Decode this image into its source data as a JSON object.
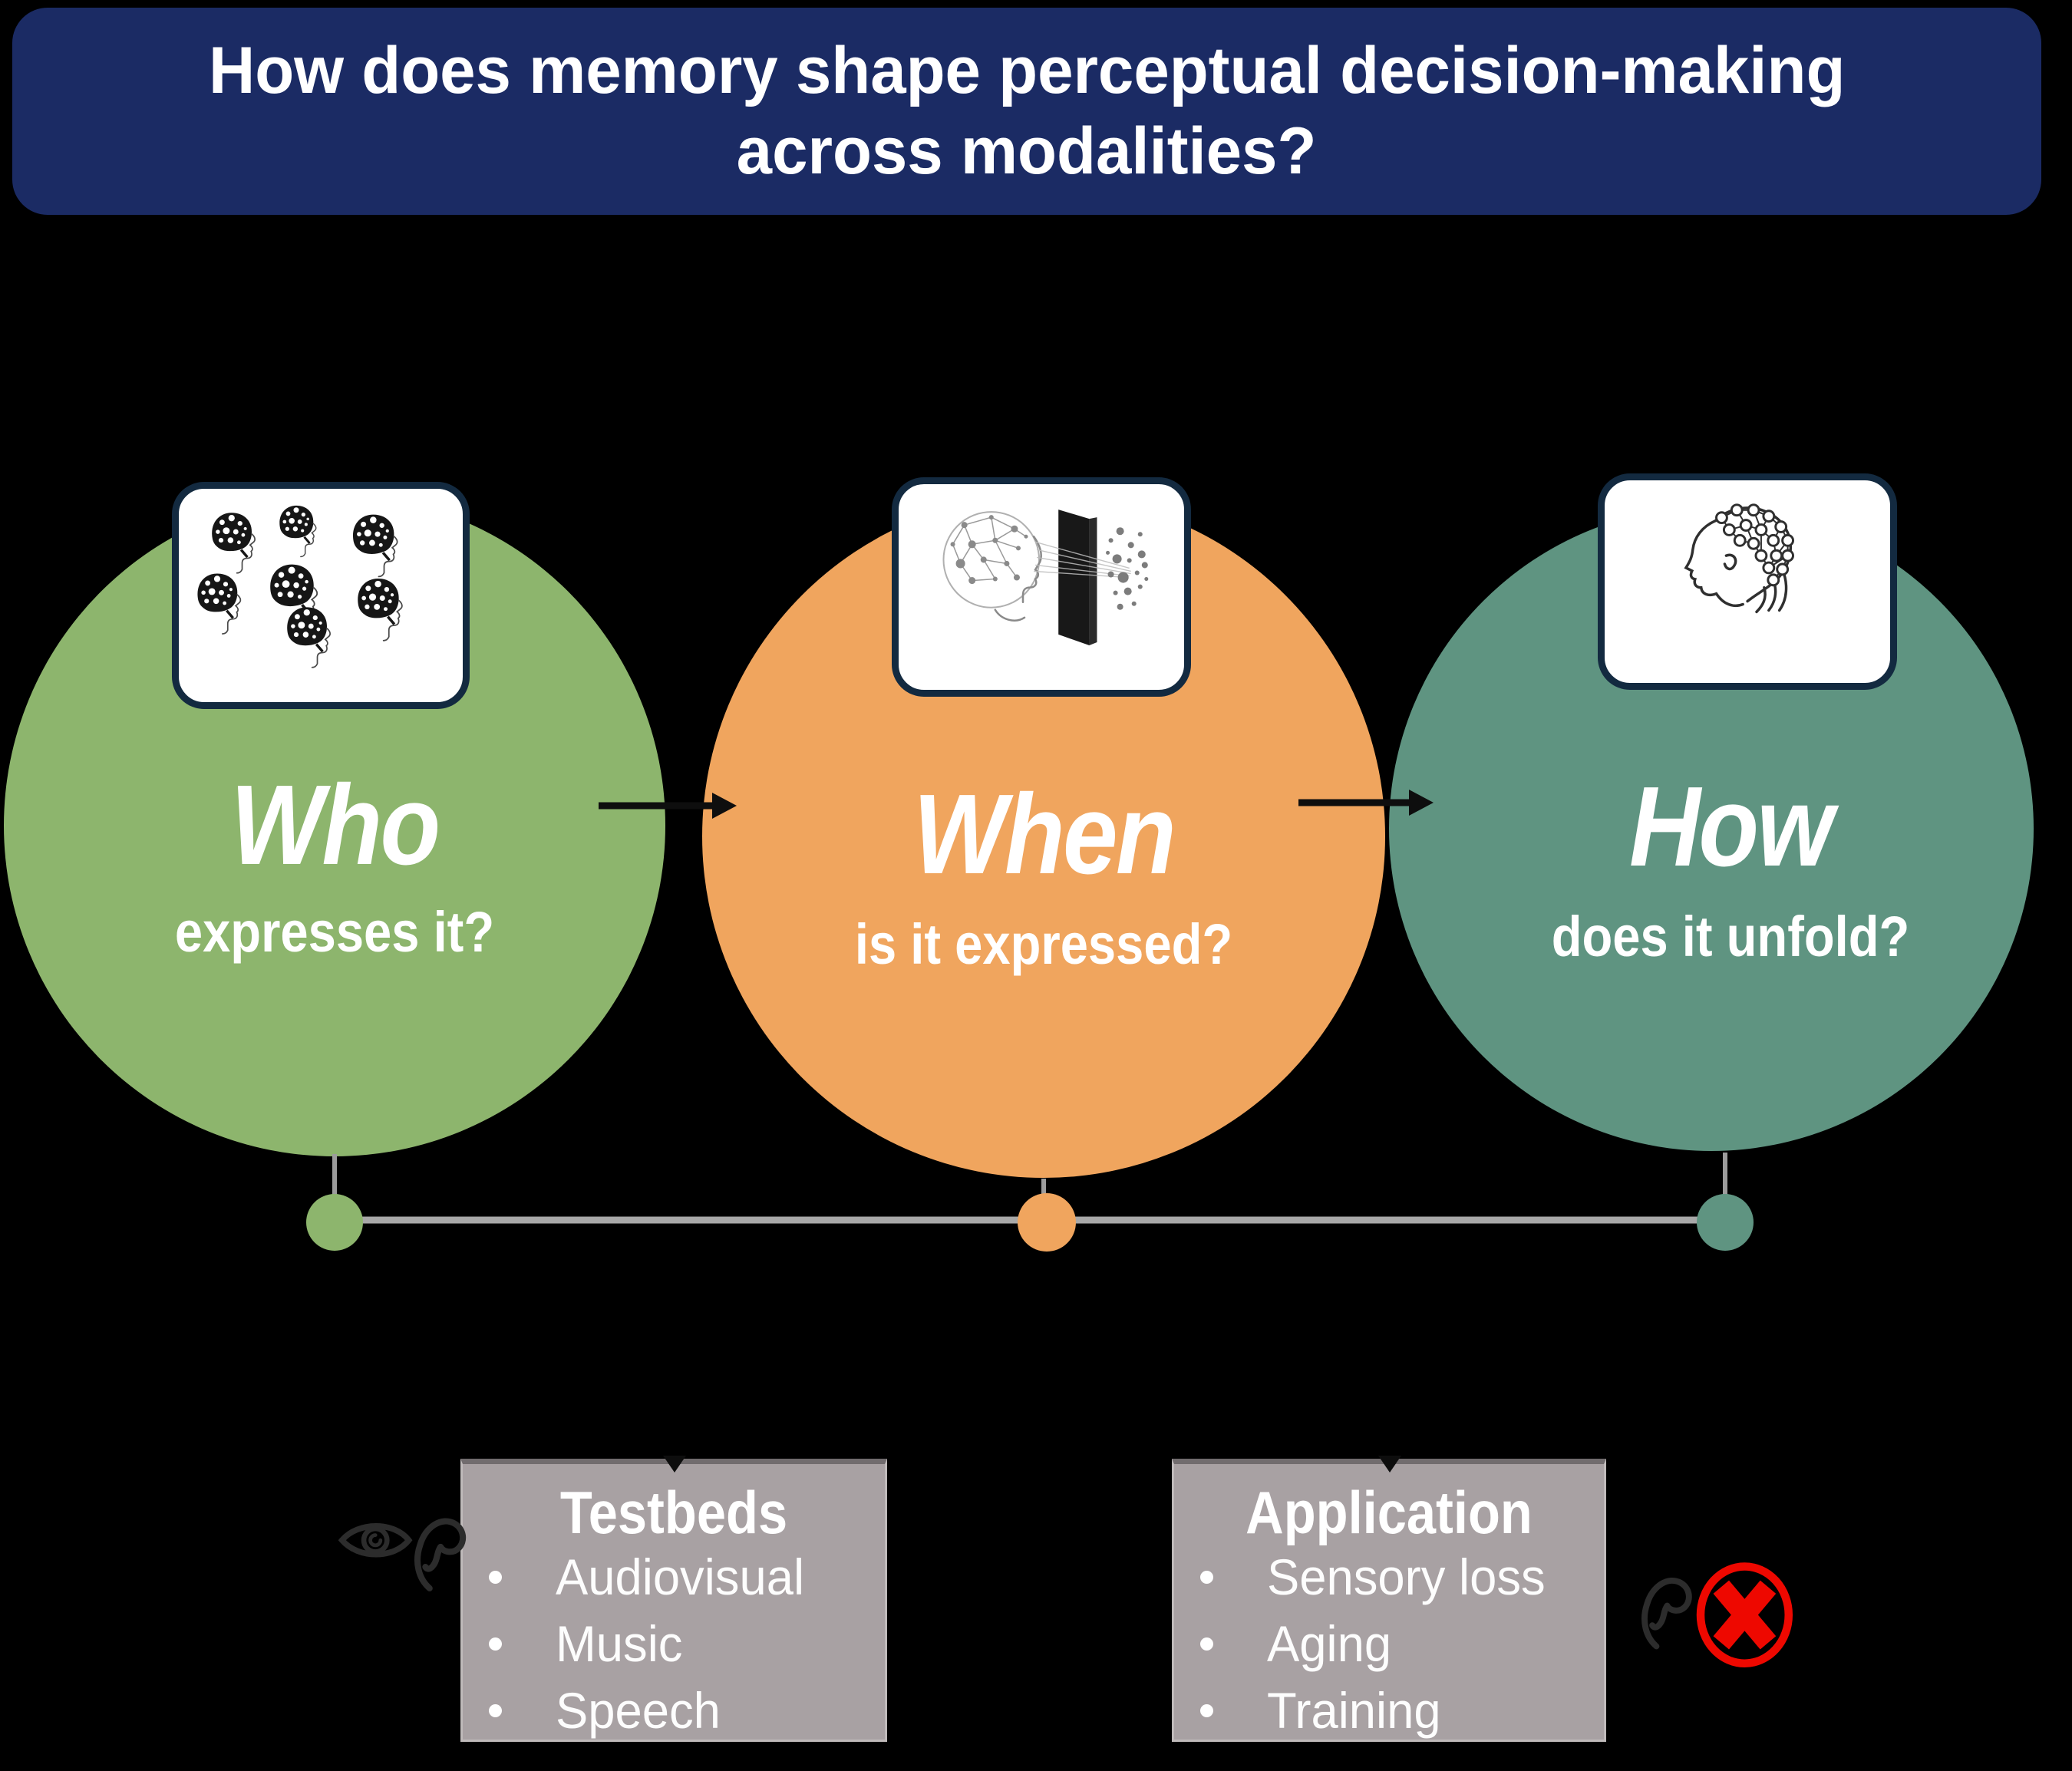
{
  "header": {
    "bg_color": "#1b2b64",
    "title_lines": [
      "How does memory shape perceptual decision-making",
      "across modalities?"
    ]
  },
  "circles": [
    {
      "word": "Who",
      "question": "expresses it?",
      "color": "#8db56d",
      "icon": "eeg-cap-group-icon"
    },
    {
      "word": "When",
      "question": "is it expressed?",
      "color": "#f0a55e",
      "icon": "brain-through-door-icon"
    },
    {
      "word": "How",
      "question": "does it unfold?",
      "color": "#5f9481",
      "icon": "eeg-net-head-icon"
    }
  ],
  "timeline": {
    "line_color": "#a8a8a8",
    "dot_colors": [
      "#8db56d",
      "#f0a55e",
      "#5f9481"
    ]
  },
  "boxes": [
    {
      "title": "Testbeds",
      "items": [
        "Audiovisual",
        "Music",
        "Speech"
      ],
      "bg": "#a8a1a3",
      "side_icons": [
        "eye-icon",
        "ear-icon"
      ]
    },
    {
      "title": "Application",
      "items": [
        "Sensory loss",
        "Aging",
        "Training"
      ],
      "bg": "#a8a1a3",
      "side_icons": [
        "ear-icon",
        "red-cross-circle-icon"
      ]
    }
  ],
  "accents": {
    "card_border_navy": "#132a40",
    "arrow_black": "#0e0e0e",
    "muted_red": "#ee0800"
  }
}
